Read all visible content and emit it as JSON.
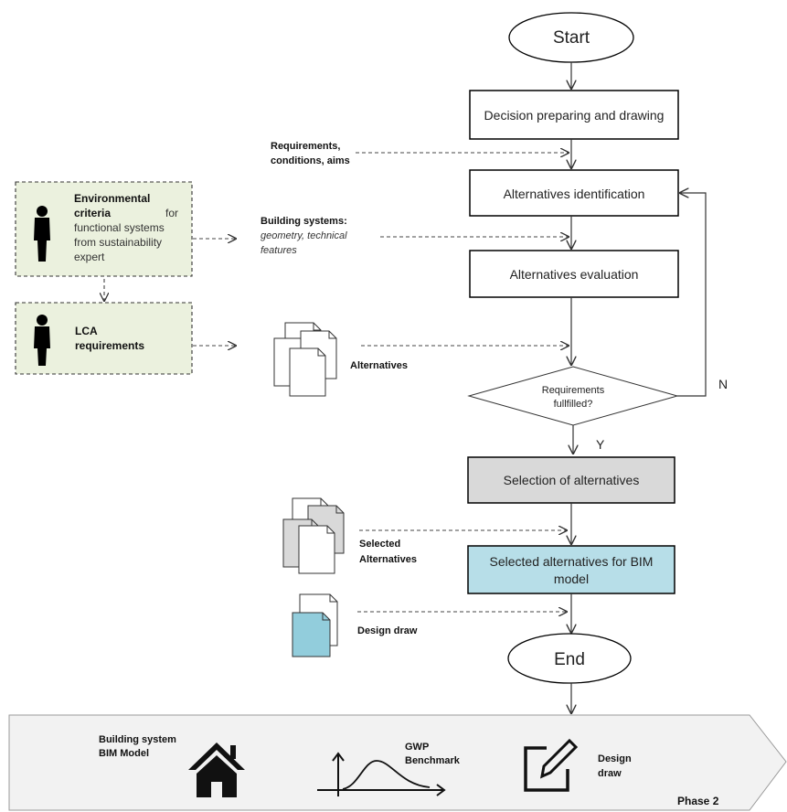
{
  "flow": {
    "start": "Start",
    "decision_preparing": "Decision preparing and drawing",
    "alt_identification": "Alternatives identification",
    "alt_evaluation": "Alternatives evaluation",
    "decision_line1": "Requirements",
    "decision_line2": "fullfilled?",
    "no_label": "N",
    "yes_label": "Y",
    "selection": "Selection of alternatives",
    "selected_bim_line1": "Selected alternatives for BIM",
    "selected_bim_line2": "model",
    "end": "End"
  },
  "inputs": {
    "requirements_line1": "Requirements,",
    "requirements_line2": "conditions, aims",
    "building_systems_line1": "Building systems:",
    "building_systems_line2": "geometry, technical",
    "building_systems_line3": "features",
    "alternatives": "Alternatives",
    "selected_alt_line1": "Selected",
    "selected_alt_line2": "Alternatives",
    "design_draw": "Design draw"
  },
  "experts": {
    "env_line1": "Environmental",
    "env_line2_bold": "criteria",
    "env_line2_rest": "for",
    "env_line3": "functional systems",
    "env_line4": "from sustainability",
    "env_line5": "expert",
    "lca_line1": "LCA",
    "lca_line2": "requirements"
  },
  "phase_bar": {
    "bim_line1": "Building system",
    "bim_line2": "BIM Model",
    "gwp_line1": "GWP",
    "gwp_line2": "Benchmark",
    "design_line1": "Design",
    "design_line2": "draw",
    "phase": "Phase 2"
  },
  "icons": {
    "person": "person-silhouette-icon",
    "documents": "document-stack-icon",
    "house": "house-icon",
    "curve": "bell-curve-chart-icon",
    "edit": "pencil-edit-icon"
  },
  "colors": {
    "expert_fill": "#EBF1DE",
    "selection_fill": "#D9D9D9",
    "bim_fill": "#B7DEE8",
    "phase_fill": "#F2F2F2",
    "doc_grey": "#D9D9D9",
    "doc_blue": "#92CDDC"
  }
}
